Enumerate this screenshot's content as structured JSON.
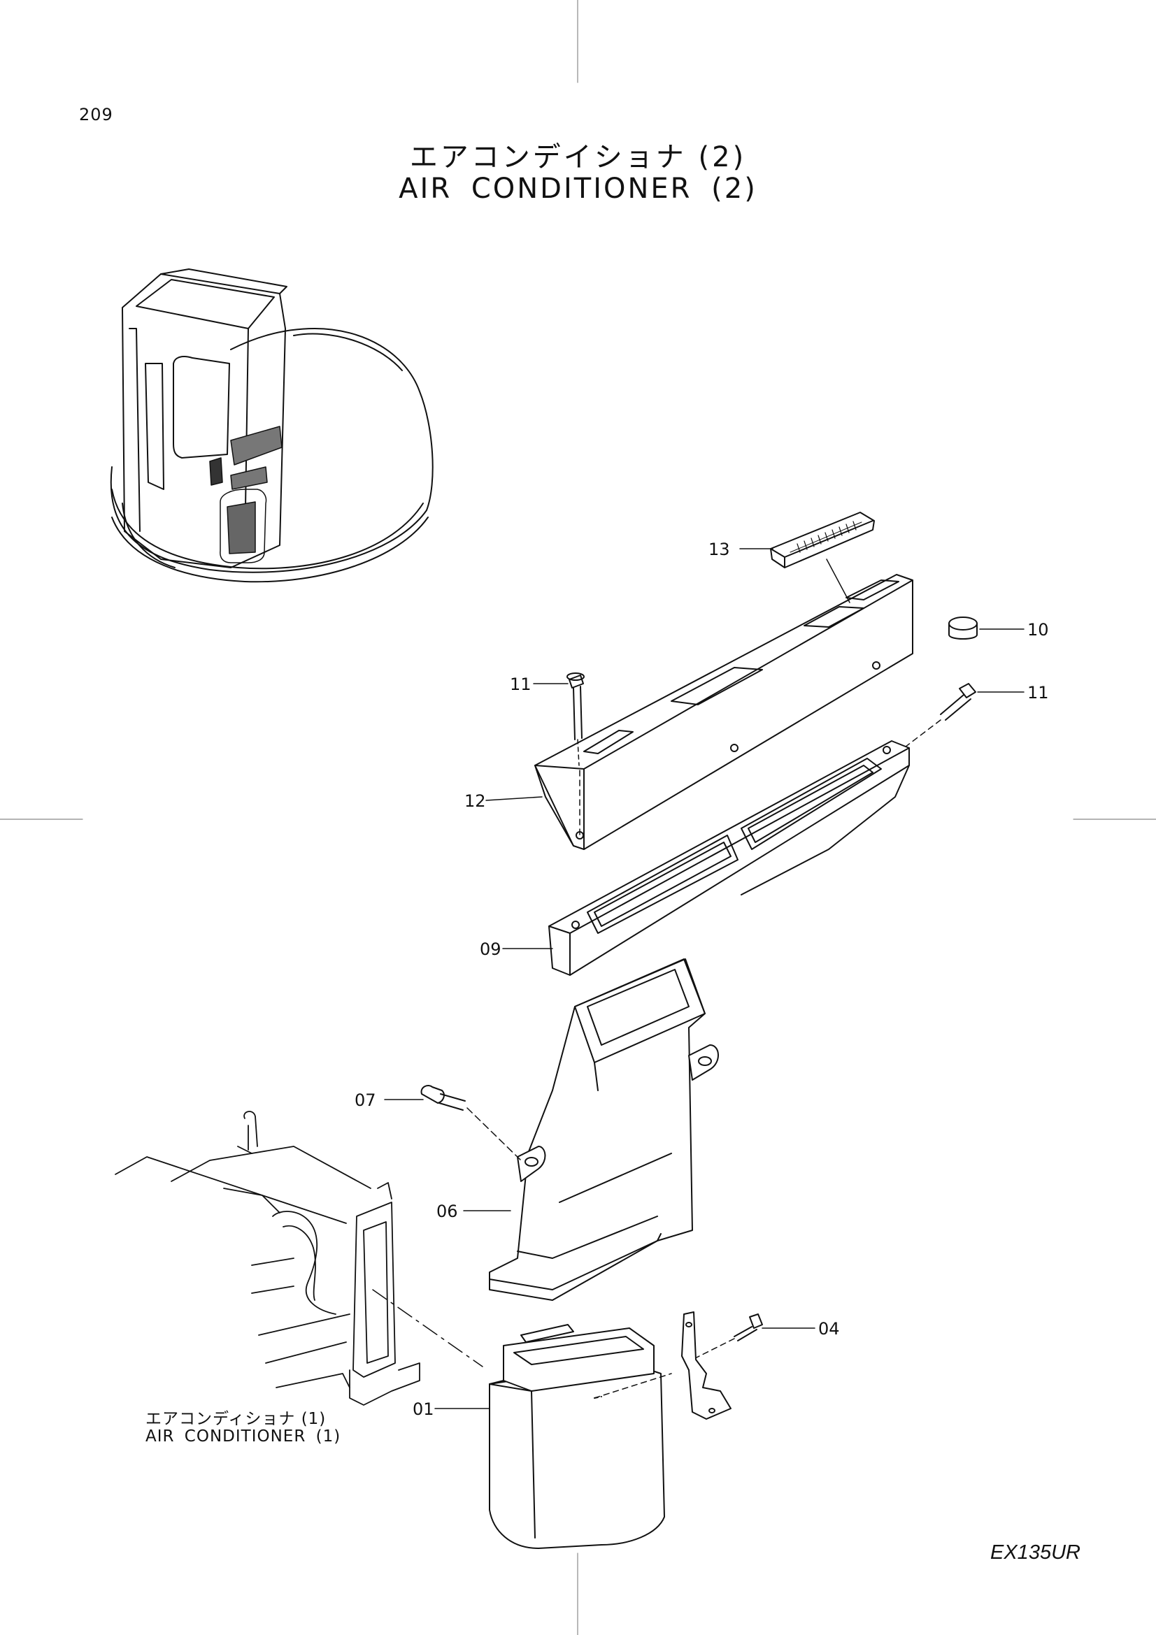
{
  "page": {
    "number": "209",
    "model_code": "EX135UR"
  },
  "title": {
    "japanese": "エアコンデイショナ (2)",
    "english": "AIR CONDITIONER (2)"
  },
  "reference": {
    "japanese": "エアコンディショナ (1)",
    "english": "AIR CONDITIONER (1)"
  },
  "callouts": {
    "c13": "13",
    "c10": "10",
    "c11a": "11",
    "c11b": "11",
    "c12": "12",
    "c09": "09",
    "c07": "07",
    "c06": "06",
    "c04": "04",
    "c01": "01"
  }
}
